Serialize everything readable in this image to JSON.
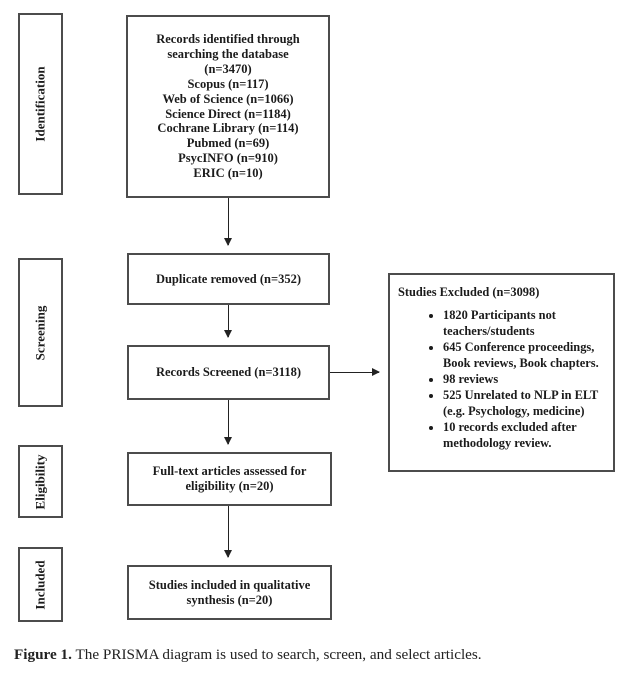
{
  "colors": {
    "border": "#4c4c4c",
    "text": "#1b1b1b",
    "arrow": "#222222",
    "background": "#ffffff"
  },
  "stages": [
    {
      "label": "Identification"
    },
    {
      "label": "Screening"
    },
    {
      "label": "Eligibility"
    },
    {
      "label": "Included"
    }
  ],
  "flow": {
    "identification_box": {
      "lines": [
        "Records identified through",
        "searching the database",
        "(n=3470)",
        "Scopus (n=117)",
        "Web of Science (n=1066)",
        "Science Direct (n=1184)",
        "Cochrane Library (n=114)",
        "Pubmed (n=69)",
        "PsycINFO (n=910)",
        "ERIC (n=10)"
      ]
    },
    "duplicate_box": {
      "text": "Duplicate removed (n=352)"
    },
    "screened_box": {
      "text": "Records Screened (n=3118)"
    },
    "fulltext_box": {
      "text": "Full-text articles assessed for eligibility (n=20)"
    },
    "included_box": {
      "text": "Studies included in qualitative synthesis (n=20)"
    },
    "excluded_box": {
      "title": "Studies Excluded (n=3098)",
      "bullets": [
        "1820 Participants not teachers/students",
        "645 Conference proceedings, Book reviews, Book chapters.",
        "98 reviews",
        "525 Unrelated to NLP in ELT (e.g. Psychology, medicine)",
        "10 records excluded after methodology review."
      ]
    }
  },
  "caption": {
    "label": "Figure 1.",
    "text": " The PRISMA diagram is used to search, screen, and select articles."
  }
}
